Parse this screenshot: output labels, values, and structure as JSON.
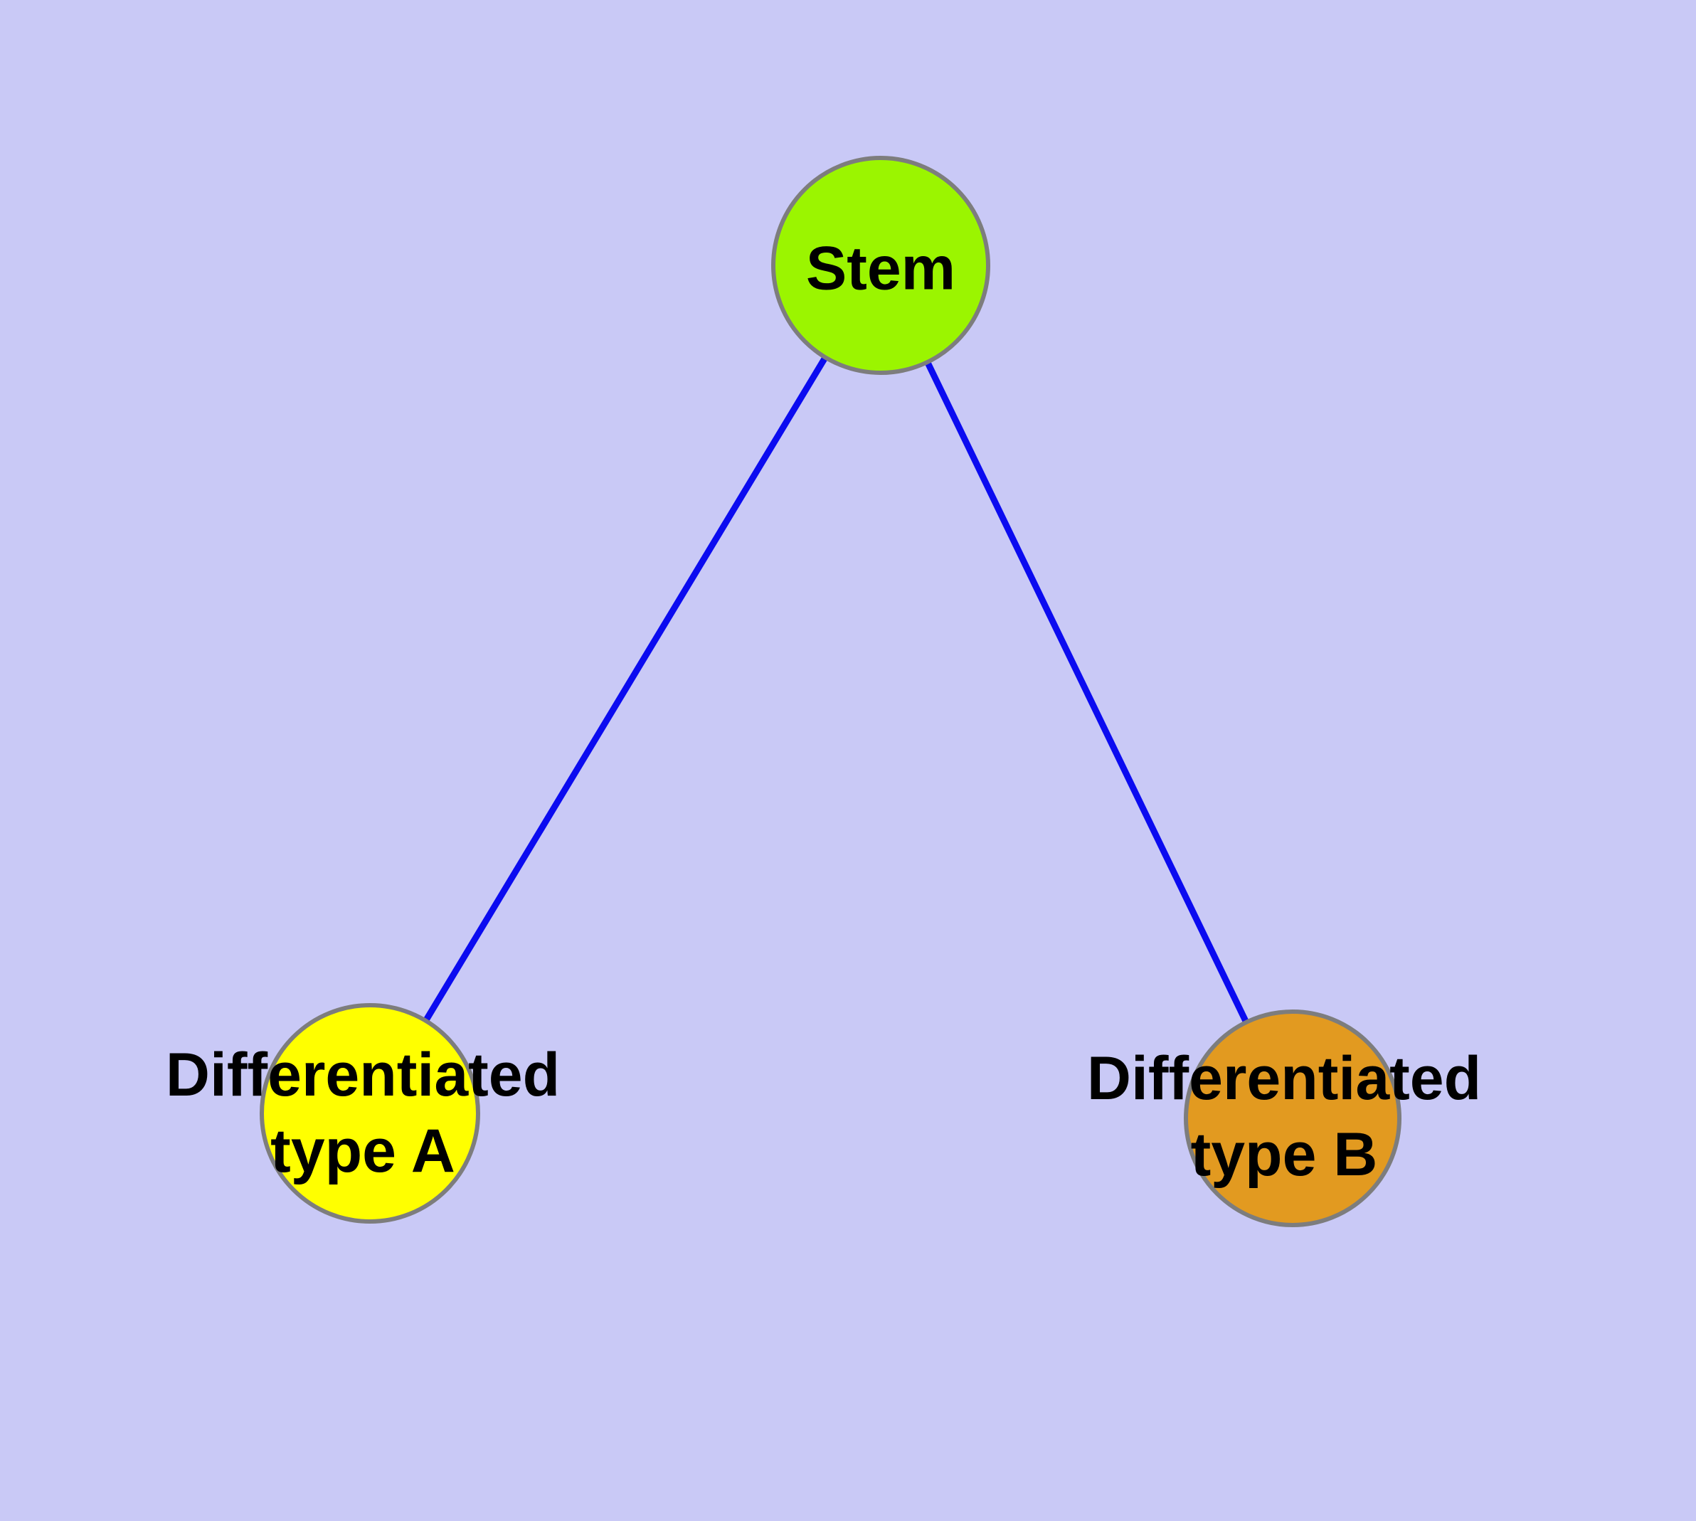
{
  "diagram": {
    "type": "graph",
    "background_color": "#c9c9f6",
    "edge_color": "#0b0bf0",
    "node_border_color": "#7d7d7d",
    "text_color": "#000000",
    "nodes": [
      {
        "id": "stem",
        "label": "Stem",
        "fill": "#9bf500"
      },
      {
        "id": "differentiated-type-a",
        "label_line1": "Differentiated",
        "label_line2": "type A",
        "fill": "#ffff00"
      },
      {
        "id": "differentiated-type-b",
        "label_line1": "Differentiated",
        "label_line2": "type B",
        "fill": "#e29a20"
      }
    ],
    "edges": [
      {
        "from": "stem",
        "to": "differentiated-type-a"
      },
      {
        "from": "stem",
        "to": "differentiated-type-b"
      }
    ]
  }
}
